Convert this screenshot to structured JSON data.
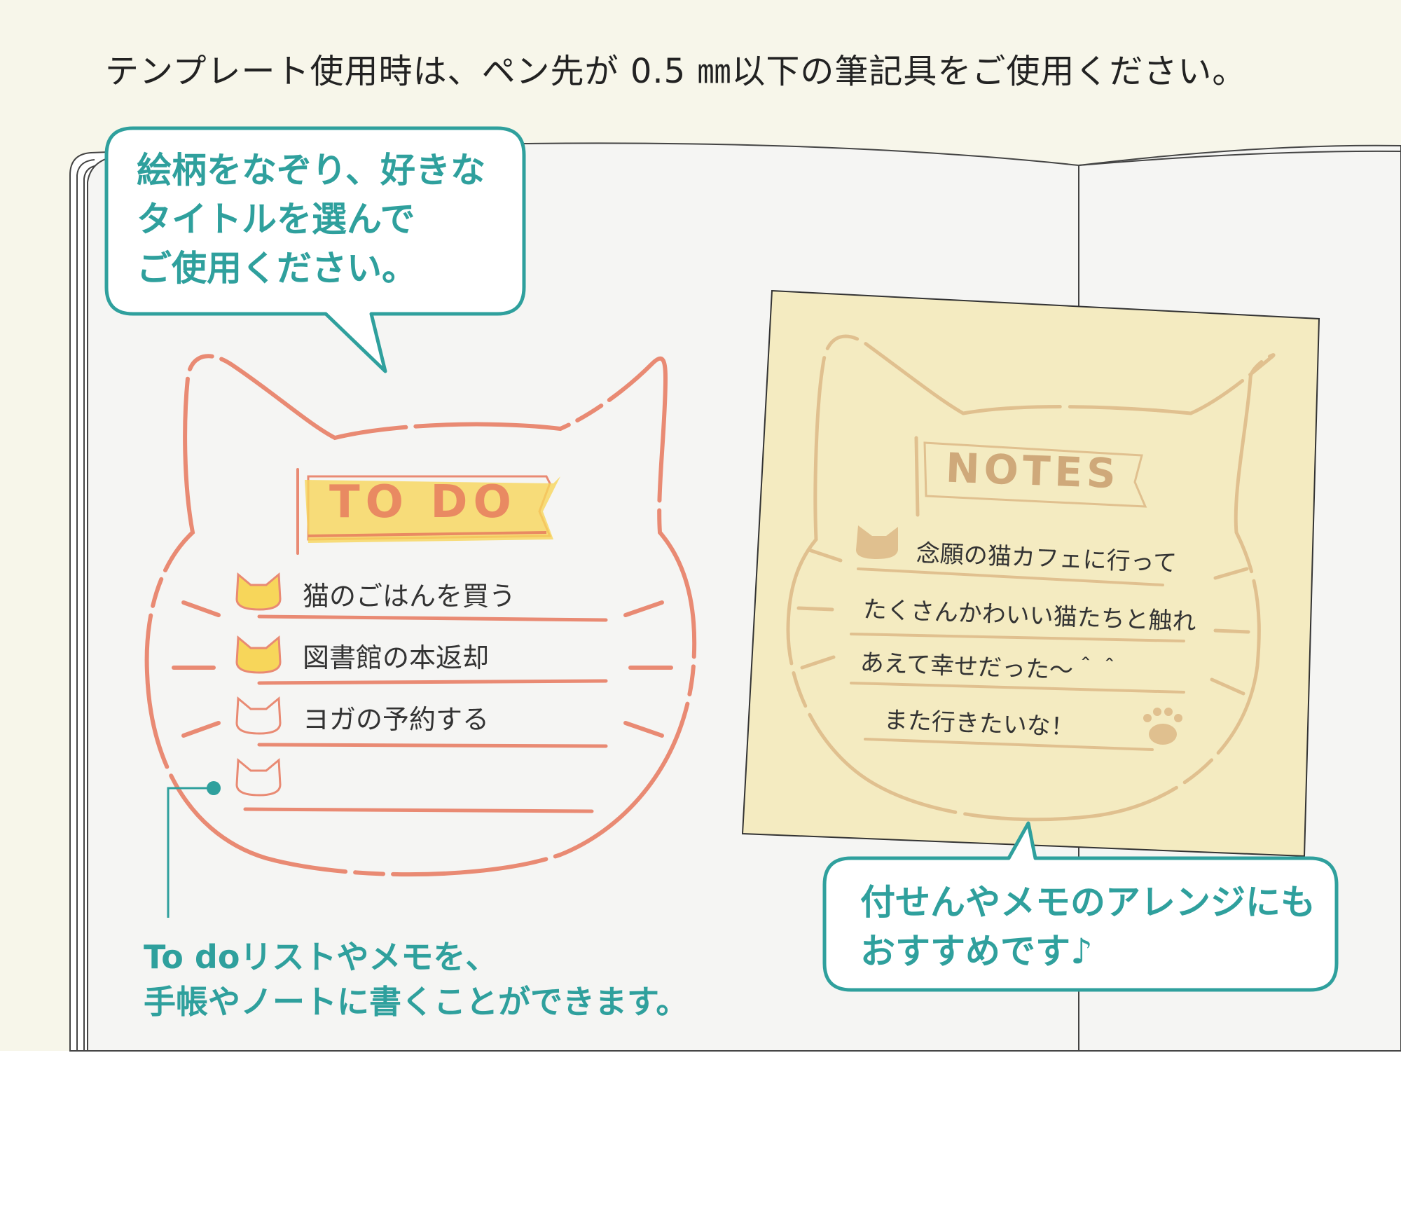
{
  "caption": "テンプレート使用時は、ペン先が 0.5 ㎜以下の筆記具をご使用ください。",
  "bubble_trace": {
    "lines": [
      "絵柄をなぞり、好きな",
      "タイトルを選んで",
      "ご使用ください。"
    ]
  },
  "todo_card": {
    "title": "TO DO",
    "items": [
      "猫のごはんを買う",
      "図書館の本返却",
      "ヨガの予約する"
    ]
  },
  "notes_card": {
    "title": "NOTES",
    "lines": [
      "念願の猫カフェに行って",
      "たくさんかわいい猫たちと触れ",
      "あえて幸せだった～＾＾",
      "また行きたいな！"
    ]
  },
  "bubble_sticky": {
    "lines": [
      "付せんやメモのアレンジにも",
      "おすすめです♪"
    ]
  },
  "bottom_note": {
    "lines": [
      "To doリストやメモを、",
      "手帳やノートに書くことができます。"
    ]
  },
  "colors": {
    "teal": "#2fa09d",
    "salmon": "#e98a73",
    "sticky": "#f4ebc1",
    "tan": "#e0c08f"
  },
  "icons": [
    "cat-face-icon",
    "paw-print-icon"
  ]
}
